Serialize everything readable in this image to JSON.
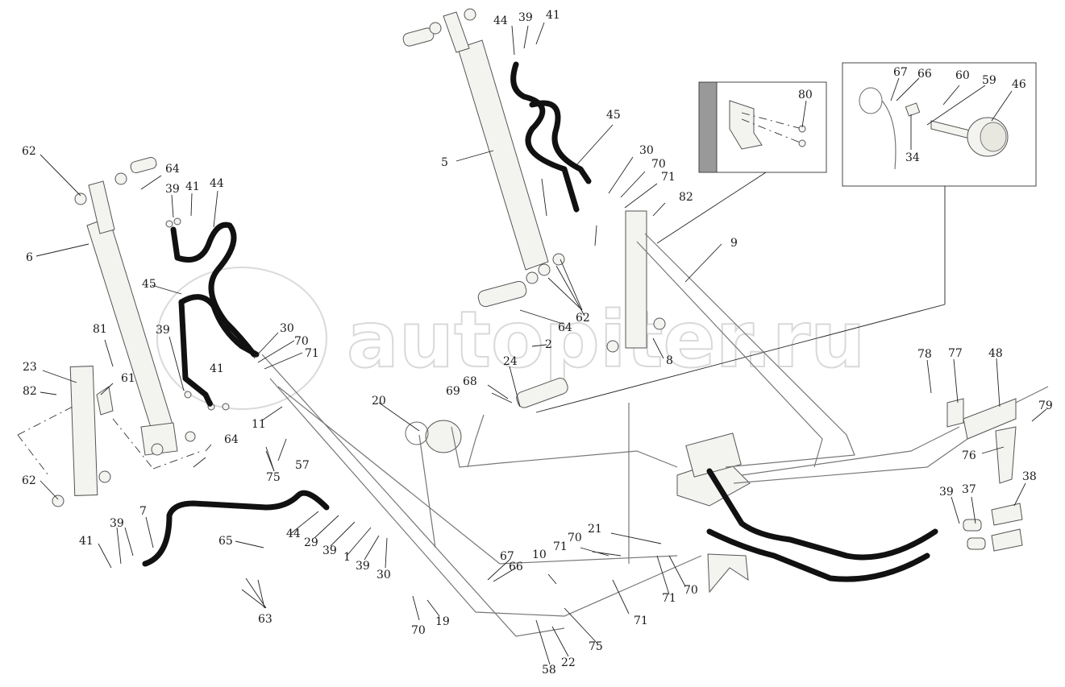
{
  "watermark": "autopiter.ru",
  "callouts": [
    "44",
    "39",
    "41",
    "45",
    "5",
    "30",
    "70",
    "71",
    "82",
    "9",
    "80",
    "67",
    "66",
    "60",
    "59",
    "46",
    "34",
    "62",
    "64",
    "6",
    "39",
    "41",
    "44",
    "45",
    "81",
    "23",
    "82",
    "61",
    "39",
    "41",
    "30",
    "70",
    "71",
    "11",
    "62",
    "64",
    "20",
    "69",
    "68",
    "24",
    "2",
    "64",
    "62",
    "8",
    "78",
    "77",
    "48",
    "79",
    "76",
    "7",
    "39",
    "41",
    "65",
    "44",
    "29",
    "39",
    "1",
    "39",
    "30",
    "63",
    "75",
    "57",
    "67",
    "66",
    "10",
    "71",
    "70",
    "21",
    "71",
    "70",
    "19",
    "75",
    "58",
    "22",
    "71",
    "70",
    "39",
    "37",
    "38"
  ]
}
